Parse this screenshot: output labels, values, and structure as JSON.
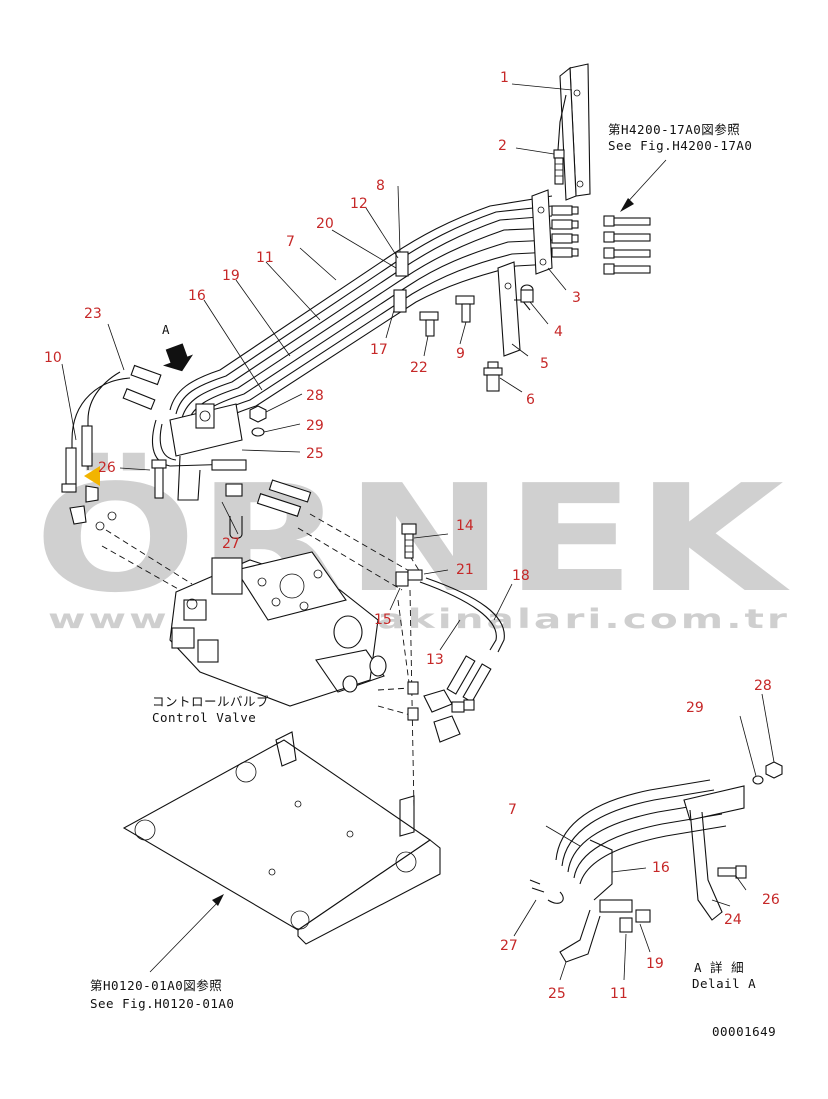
{
  "watermark": {
    "brand": "ÖRNEK",
    "url": "www.ornekmakinalari.com.tr"
  },
  "callouts": {
    "c1": "1",
    "c2": "2",
    "c3": "3",
    "c4": "4",
    "c5": "5",
    "c6": "6",
    "c7": "7",
    "c8": "8",
    "c9": "9",
    "c10": "10",
    "c11": "11",
    "c12": "12",
    "c13": "13",
    "c14": "14",
    "c15": "15",
    "c16": "16",
    "c17": "17",
    "c18": "18",
    "c19": "19",
    "c20": "20",
    "c21": "21",
    "c22": "22",
    "c23": "23",
    "c25": "25",
    "c26": "26",
    "c27": "27",
    "c28": "28",
    "c29": "29",
    "d7": "7",
    "d16": "16",
    "d24": "24",
    "d25": "25",
    "d26": "26",
    "d27": "27",
    "d28": "28",
    "d29": "29",
    "d19": "19",
    "d11": "11"
  },
  "notes": {
    "ref_top_jp": "第H4200-17A0図参照",
    "ref_top_en": "See Fig.H4200-17A0",
    "control_valve_jp": "コントロールバルブ",
    "control_valve_en": "Control Valve",
    "ref_bottom_jp": "第H0120-01A0図参照",
    "ref_bottom_en": "See Fig.H0120-01A0",
    "view_marker": "A",
    "detail_jp": "A 詳 細",
    "detail_en": "Delail A",
    "drawing_no": "00001649"
  },
  "colors": {
    "callout": "#c62828",
    "line": "#111111",
    "watermark": "#d0d0d0",
    "accent_arrow": "#f2b400"
  }
}
